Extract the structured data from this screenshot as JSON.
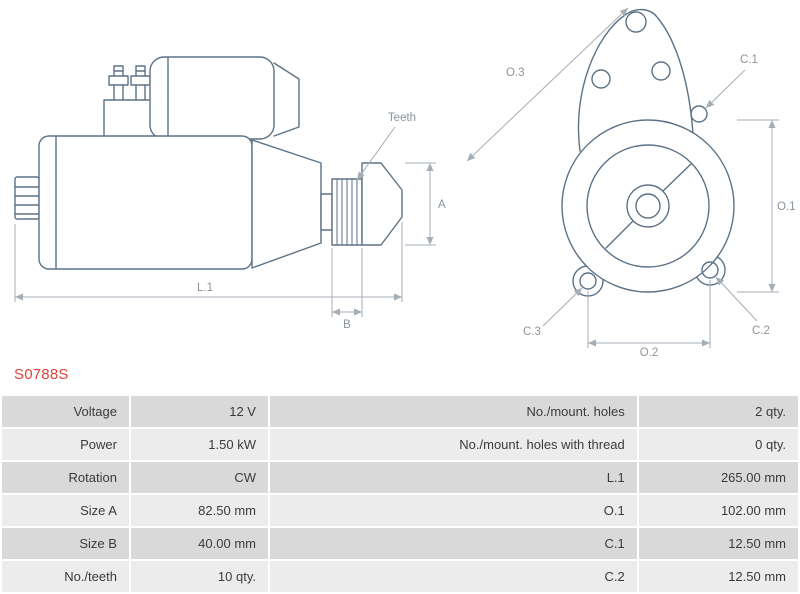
{
  "part_number": "S0788S",
  "colors": {
    "part_number_red": "#e0433b",
    "table_row_dark": "#d9d9d9",
    "table_row_light": "#ececec",
    "drawing_line": "#5d7286",
    "dimension_line": "#a4aeb6"
  },
  "diagram": {
    "side_view": {
      "teeth_label": "Teeth",
      "dim_a": "A",
      "dim_b": "B",
      "dim_l1": "L.1"
    },
    "front_view": {
      "dim_o3": "O.3",
      "dim_c1": "C.1",
      "dim_o1": "O.1",
      "dim_c2": "C.2",
      "dim_o2": "O.2",
      "dim_c3": "C.3"
    }
  },
  "table": {
    "rows": [
      {
        "label_left": "Voltage",
        "value_left": "12 V",
        "label_right": "No./mount. holes",
        "value_right": "2 qty."
      },
      {
        "label_left": "Power",
        "value_left": "1.50 kW",
        "label_right": "No./mount. holes with thread",
        "value_right": "0 qty."
      },
      {
        "label_left": "Rotation",
        "value_left": "CW",
        "label_right": "L.1",
        "value_right": "265.00 mm"
      },
      {
        "label_left": "Size A",
        "value_left": "82.50 mm",
        "label_right": "O.1",
        "value_right": "102.00 mm"
      },
      {
        "label_left": "Size B",
        "value_left": "40.00 mm",
        "label_right": "C.1",
        "value_right": "12.50 mm"
      },
      {
        "label_left": "No./teeth",
        "value_left": "10 qty.",
        "label_right": "C.2",
        "value_right": "12.50 mm"
      }
    ]
  }
}
